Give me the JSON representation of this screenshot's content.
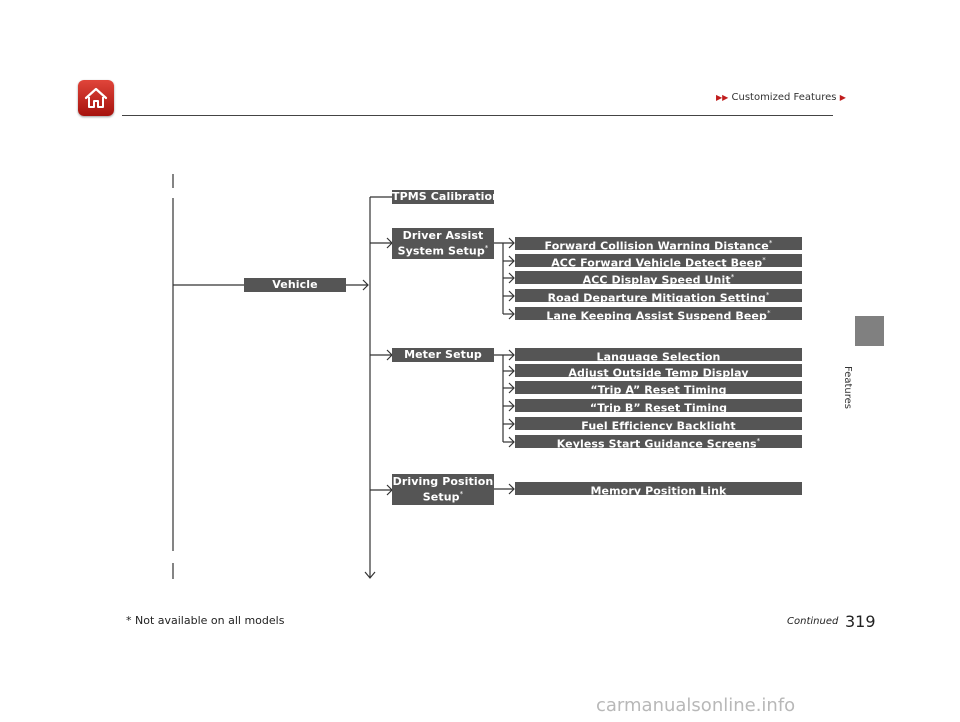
{
  "header": {
    "breadcrumb": "Customized Features",
    "home_icon": "home-icon",
    "accent_color": "#c01c1c"
  },
  "side_tab": {
    "label": "Features"
  },
  "tree": {
    "root": "Vehicle",
    "tpms": "TPMS Calibration",
    "driver_assist": {
      "line1": "Driver Assist",
      "line2": "System Setup",
      "asterisk": "*"
    },
    "driver_assist_items": [
      {
        "label": "Forward Collision Warning Distance",
        "asterisk": "*"
      },
      {
        "label": "ACC Forward Vehicle Detect Beep",
        "asterisk": "*"
      },
      {
        "label": "ACC Display Speed Unit",
        "asterisk": "*"
      },
      {
        "label": "Road Departure Mitigation Setting",
        "asterisk": "*"
      },
      {
        "label": "Lane Keeping Assist Suspend Beep",
        "asterisk": "*"
      }
    ],
    "meter_setup": "Meter Setup",
    "meter_items": [
      {
        "label": "Language Selection",
        "asterisk": ""
      },
      {
        "label": "Adjust Outside Temp Display",
        "asterisk": ""
      },
      {
        "label": "“Trip A” Reset Timing",
        "asterisk": ""
      },
      {
        "label": "“Trip B” Reset Timing",
        "asterisk": ""
      },
      {
        "label": "Fuel Efficiency Backlight",
        "asterisk": ""
      },
      {
        "label": "Keyless Start Guidance Screens",
        "asterisk": "*"
      }
    ],
    "driving_position": {
      "line1": "Driving Position",
      "line2": "Setup",
      "asterisk": "*"
    },
    "driving_items": [
      {
        "label": "Memory Position Link",
        "asterisk": ""
      }
    ],
    "box_color": "#555555"
  },
  "footer": {
    "footnote": "* Not available on all models",
    "continued": "Continued",
    "page_number": "319",
    "watermark": "carmanualsonline.info"
  }
}
